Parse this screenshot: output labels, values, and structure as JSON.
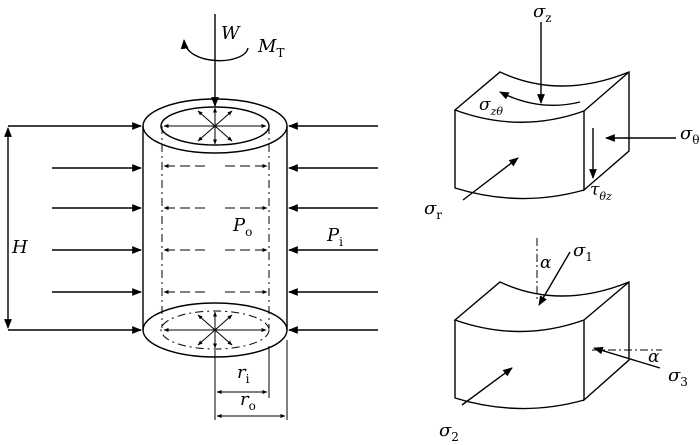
{
  "labels": {
    "W": "W",
    "MT_main": "M",
    "MT_sub": "T",
    "H": "H",
    "Po_main": "P",
    "Po_sub": "o",
    "Pi_main": "P",
    "Pi_sub": "i",
    "ri_main": "r",
    "ri_sub": "i",
    "ro_main": "r",
    "ro_sub": "o",
    "sz_main": "σ",
    "sz_sub": "z",
    "szt_main": "σ",
    "szt_sub": "zθ",
    "st_main": "σ",
    "st_sub": "θ",
    "sr_main": "σ",
    "sr_sub": "r",
    "ttz_main": "τ",
    "ttz_sub": "θz",
    "s1_main": "σ",
    "s1_sub": "1",
    "s2_main": "σ",
    "s2_sub": "2",
    "s3_main": "σ",
    "s3_sub": "3",
    "alpha_top": "α",
    "alpha_right": "α"
  }
}
